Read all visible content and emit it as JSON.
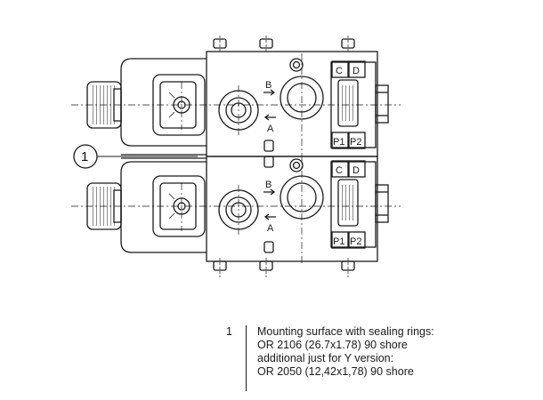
{
  "diagram": {
    "callout_number": "1",
    "port_labels": {
      "b": "B",
      "a": "A",
      "c": "C",
      "d": "D",
      "p1": "P1",
      "p2": "P2"
    }
  },
  "legend": {
    "number": "1",
    "lines": [
      "Mounting surface with sealing rings:",
      "OR 2106 (26.7x1.78) 90 shore",
      "additional just for Y version:",
      "OR 2050 (12,42x1,78) 90 shore"
    ]
  }
}
